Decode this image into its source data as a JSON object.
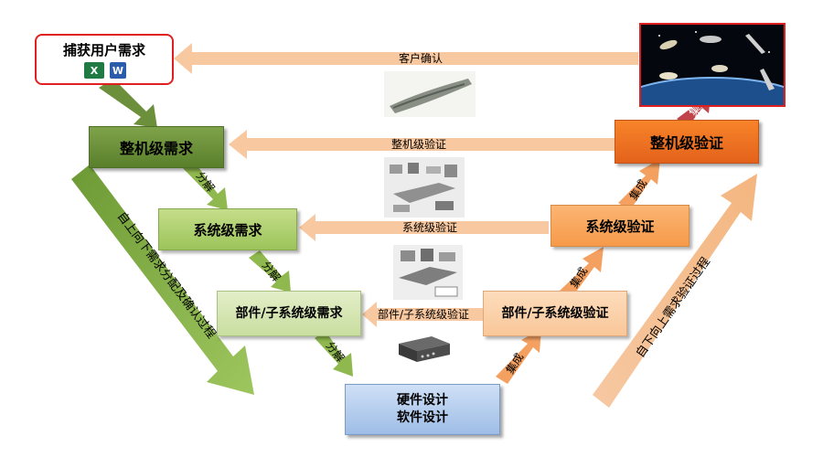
{
  "capture": {
    "title": "捕获用户需求",
    "excel_icon": "excel-icon",
    "word_icon": "word-icon"
  },
  "left_levels": {
    "vehicle": "整机级需求",
    "system": "系统级需求",
    "component": "部件/子系统级需求"
  },
  "bottom": {
    "hardware": "硬件设计",
    "software": "软件设计"
  },
  "right_levels": {
    "vehicle": "整机级验证",
    "system": "系统级验证",
    "component": "部件/子系统级验证"
  },
  "horizontal_arrows": {
    "customer": "客户确认",
    "vehicle": "整机级验证",
    "system": "系统级验证",
    "component": "部件/子系统级验证"
  },
  "decompose_label": "分解",
  "integrate_label": "集成",
  "diagonal": {
    "left": "自上向下需求分配及确认过程",
    "right": "自下向上需求验证过程"
  },
  "colors": {
    "green_dark": "#6b8f3a",
    "green_arrow": "#8fb84e",
    "orange_dark": "#f07020",
    "orange_arrow": "#f8c8a0",
    "blue": "#aac6ec",
    "red_frame": "#e02020"
  }
}
